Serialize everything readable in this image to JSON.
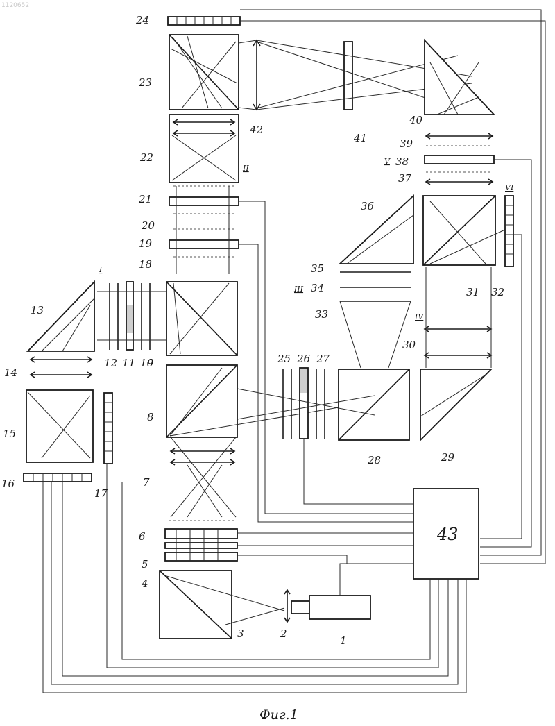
{
  "caption": "Фиг.1",
  "watermark": "1120652",
  "control_unit_label": "43",
  "labels": {
    "l1": "1",
    "l2": "2",
    "l3": "3",
    "l4": "4",
    "l5": "5",
    "l6": "6",
    "l7": "7",
    "l8": "8",
    "l9": "9",
    "l10": "10",
    "l11": "11",
    "l12": "12",
    "l13": "13",
    "l14": "14",
    "l15": "15",
    "l16": "16",
    "l17": "17",
    "l18": "18",
    "l19": "19",
    "l20": "20",
    "l21": "21",
    "l22": "22",
    "l23": "23",
    "l24": "24",
    "l25": "25",
    "l26": "26",
    "l27": "27",
    "l28": "28",
    "l29": "29",
    "l30": "30",
    "l31": "31",
    "l32": "32",
    "l33": "33",
    "l34": "34",
    "l35": "35",
    "l36": "36",
    "l37": "37",
    "l38": "38",
    "l39": "39",
    "l40": "40",
    "l41": "41",
    "l42": "42"
  },
  "section_marks": {
    "I": "I",
    "II": "II",
    "III": "III",
    "IV": "IV",
    "V": "V",
    "VI": "VI"
  }
}
